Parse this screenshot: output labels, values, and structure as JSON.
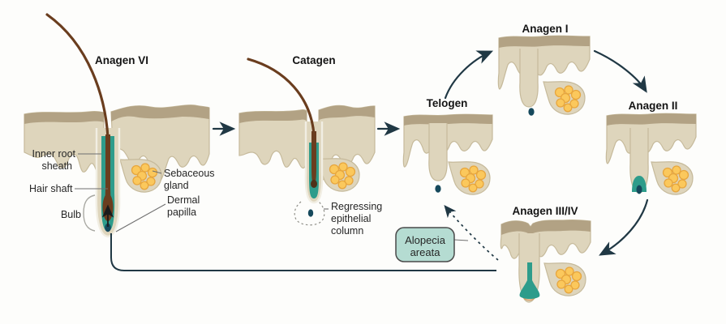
{
  "stages": {
    "anagen6": {
      "title": "Anagen VI"
    },
    "catagen": {
      "title": "Catagen"
    },
    "telogen": {
      "title": "Telogen"
    },
    "anagen1": {
      "title": "Anagen I"
    },
    "anagen2": {
      "title": "Anagen II"
    },
    "anagen34": {
      "title": "Anagen III/IV"
    }
  },
  "labels": {
    "inner_root_sheath": {
      "line1": "Inner root",
      "line2": "sheath"
    },
    "hair_shaft": "Hair shaft",
    "bulb": "Bulb",
    "sebaceous_gland": {
      "line1": "Sebaceous",
      "line2": "gland"
    },
    "dermal_papilla": {
      "line1": "Dermal",
      "line2": "papilla"
    },
    "regressing_epithelial_column": {
      "line1": "Regressing",
      "line2": "epithelial",
      "line3": "column"
    }
  },
  "alopecia_box": {
    "line1": "Alopecia",
    "line2": "areata"
  },
  "colors": {
    "dermis": "#ded5bc",
    "band": "#b2a284",
    "outline": "#c6ba9b",
    "teal": "#2e9c8b",
    "navy": "#16495c",
    "hair": "#6a3d1e",
    "gland": "#fbc85c",
    "glandline": "#e7a63e",
    "arrow": "#203844",
    "boxfill": "#b5dcd2",
    "ink": "#262626"
  }
}
